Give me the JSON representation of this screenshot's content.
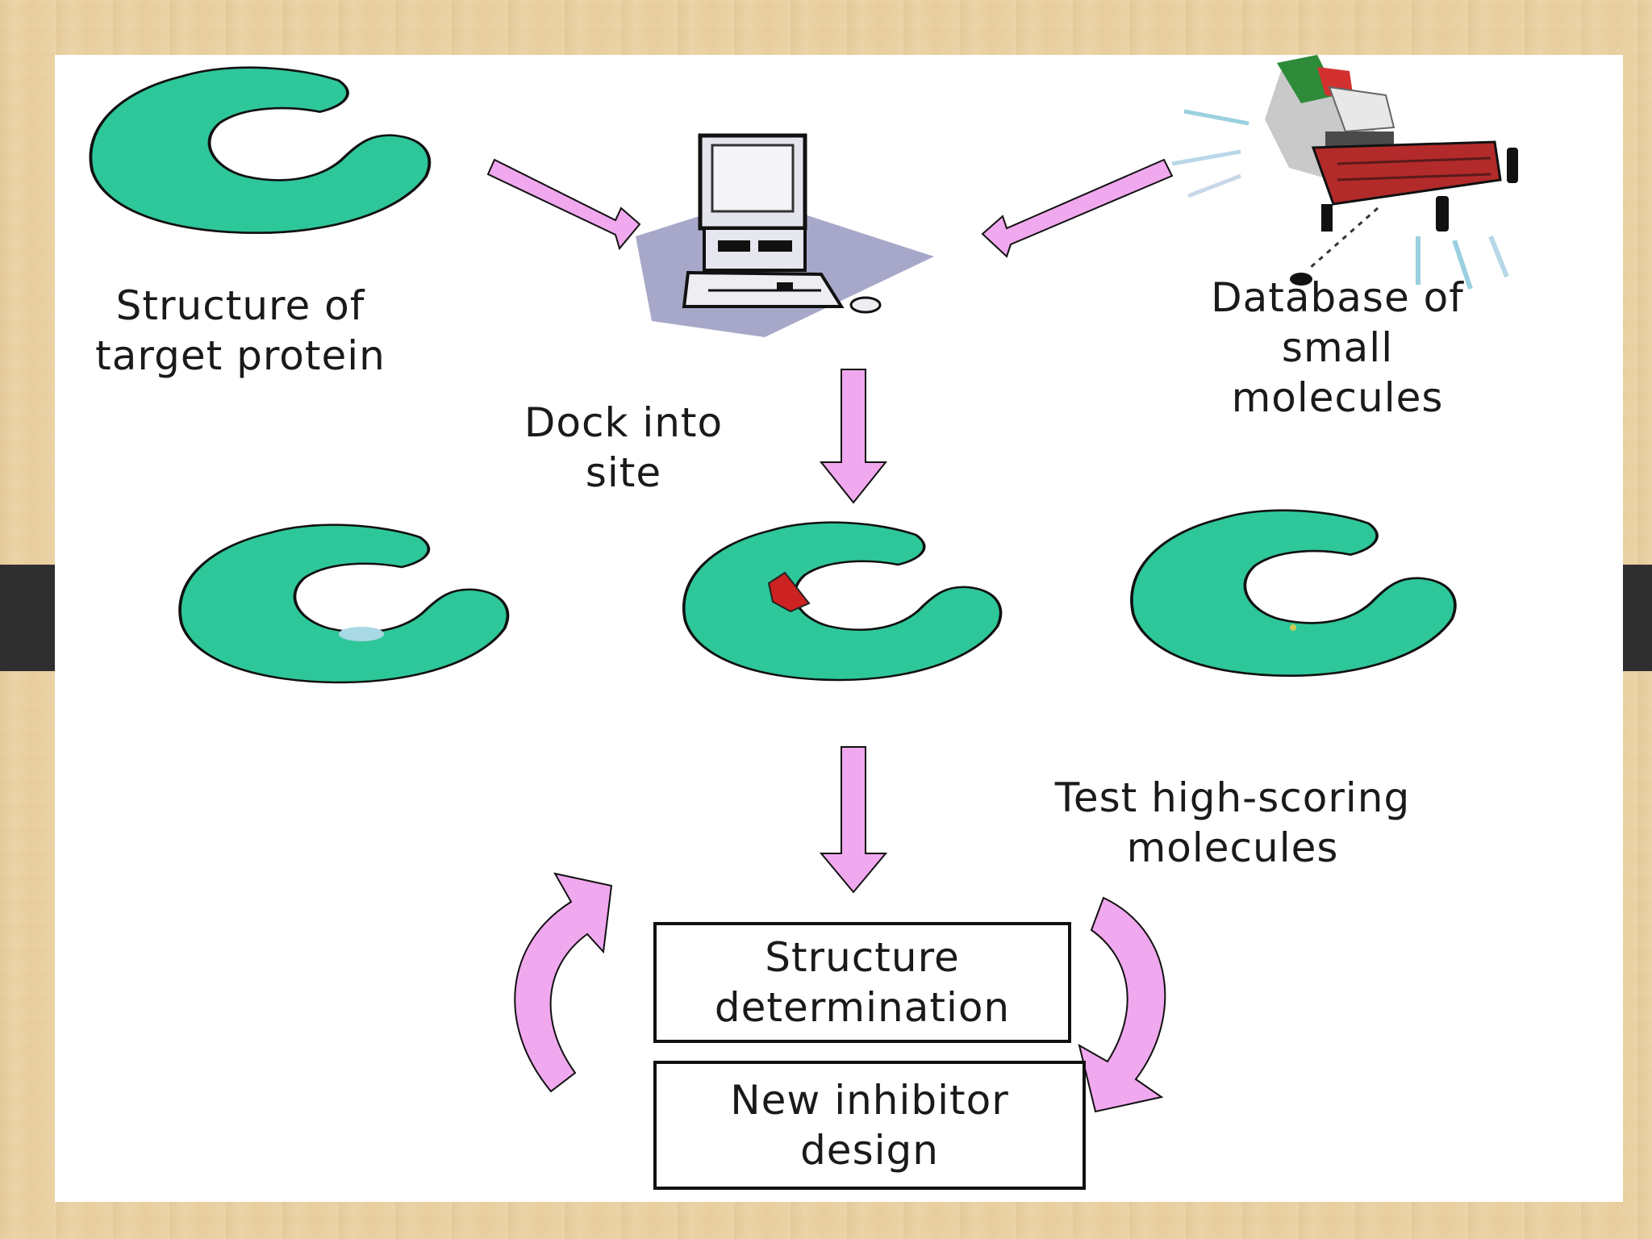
{
  "labels": {
    "target_protein": "Structure of\ntarget protein",
    "database": "Database of\nsmall\nmolecules",
    "dock": "Dock into\nsite",
    "test": "Test high-scoring\nmolecules",
    "structure_determination": "Structure\ndetermination",
    "inhibitor_design": "New inhibitor\ndesign"
  },
  "colors": {
    "protein": "#2ec79a",
    "arrow": "#f0a8ee",
    "ligand": "#cc2222",
    "bar": "#2f2f2f"
  },
  "icons": {
    "computer": "computer-icon",
    "database": "molecule-database-icon",
    "protein": "protein-icon"
  }
}
